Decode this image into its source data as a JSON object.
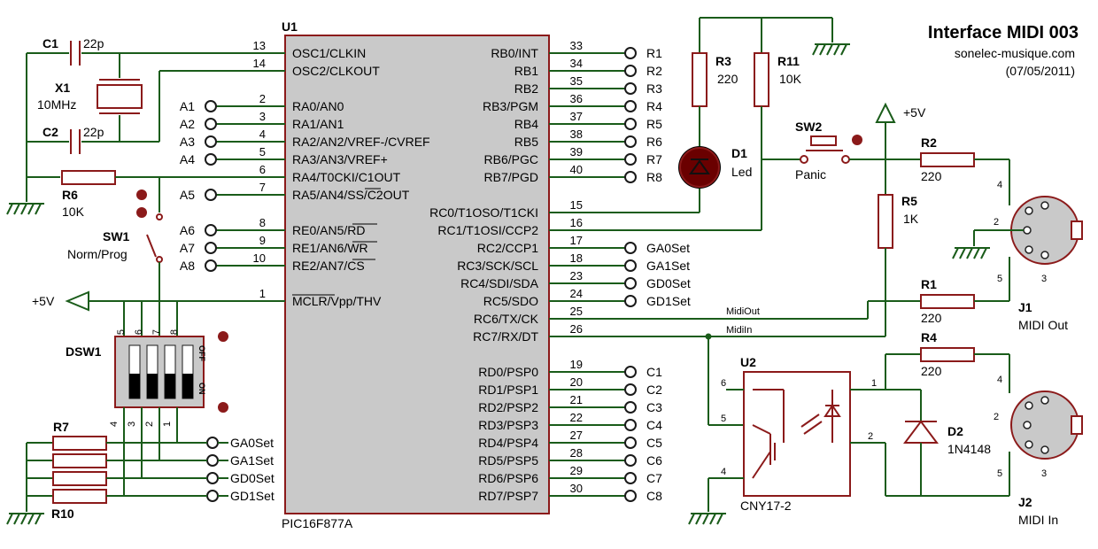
{
  "title": "Interface MIDI 003",
  "site": "sonelec-musique.com",
  "date": "(07/05/2011)",
  "u1": {
    "ref": "U1",
    "part": "PIC16F877A",
    "left_pins": [
      {
        "num": "13",
        "name": "OSC1/CLKIN"
      },
      {
        "num": "14",
        "name": "OSC2/CLKOUT"
      },
      {
        "num": "2",
        "name": "RA0/AN0"
      },
      {
        "num": "3",
        "name": "RA1/AN1"
      },
      {
        "num": "4",
        "name": "RA2/AN2/VREF-/CVREF"
      },
      {
        "num": "5",
        "name": "RA3/AN3/VREF+"
      },
      {
        "num": "6",
        "name": "RA4/T0CKI/C1OUT"
      },
      {
        "num": "7",
        "name": "RA5/AN4/SS/C2OUT"
      },
      {
        "num": "8",
        "name": "RE0/AN5/RD"
      },
      {
        "num": "9",
        "name": "RE1/AN6/WR"
      },
      {
        "num": "10",
        "name": "RE2/AN7/CS"
      },
      {
        "num": "1",
        "name": "MCLR/Vpp/THV"
      }
    ],
    "right_pins": [
      {
        "num": "33",
        "name": "RB0/INT"
      },
      {
        "num": "34",
        "name": "RB1"
      },
      {
        "num": "35",
        "name": "RB2"
      },
      {
        "num": "36",
        "name": "RB3/PGM"
      },
      {
        "num": "37",
        "name": "RB4"
      },
      {
        "num": "38",
        "name": "RB5"
      },
      {
        "num": "39",
        "name": "RB6/PGC"
      },
      {
        "num": "40",
        "name": "RB7/PGD"
      },
      {
        "num": "15",
        "name": "RC0/T1OSO/T1CKI"
      },
      {
        "num": "16",
        "name": "RC1/T1OSI/CCP2"
      },
      {
        "num": "17",
        "name": "RC2/CCP1"
      },
      {
        "num": "18",
        "name": "RC3/SCK/SCL"
      },
      {
        "num": "23",
        "name": "RC4/SDI/SDA"
      },
      {
        "num": "24",
        "name": "RC5/SDO"
      },
      {
        "num": "25",
        "name": "RC6/TX/CK"
      },
      {
        "num": "26",
        "name": "RC7/RX/DT"
      },
      {
        "num": "19",
        "name": "RD0/PSP0"
      },
      {
        "num": "20",
        "name": "RD1/PSP1"
      },
      {
        "num": "21",
        "name": "RD2/PSP2"
      },
      {
        "num": "22",
        "name": "RD3/PSP3"
      },
      {
        "num": "27",
        "name": "RD4/PSP4"
      },
      {
        "num": "28",
        "name": "RD5/PSP5"
      },
      {
        "num": "29",
        "name": "RD6/PSP6"
      },
      {
        "num": "30",
        "name": "RD7/PSP7"
      }
    ]
  },
  "terminals": {
    "rb": [
      "R1",
      "R2",
      "R3",
      "R4",
      "R5",
      "R6",
      "R7",
      "R8"
    ],
    "ra": [
      "A1",
      "A2",
      "A3",
      "A4",
      "A5",
      "A6",
      "A7",
      "A8"
    ],
    "rc": [
      "GA0Set",
      "GA1Set",
      "GD0Set",
      "GD1Set"
    ],
    "rd": [
      "C1",
      "C2",
      "C3",
      "C4",
      "C5",
      "C6",
      "C7",
      "C8"
    ],
    "dsw": [
      "GA0Set",
      "GA1Set",
      "GD0Set",
      "GD1Set"
    ]
  },
  "parts": {
    "c1": {
      "ref": "C1",
      "value": "22p"
    },
    "c2": {
      "ref": "C2",
      "value": "22p"
    },
    "x1": {
      "ref": "X1",
      "value": "10MHz"
    },
    "r6": {
      "ref": "R6",
      "value": "10K"
    },
    "sw1": {
      "ref": "SW1",
      "value": "Norm/Prog"
    },
    "vcc_left": "+5V",
    "dsw1": {
      "ref": "DSW1",
      "pins_top": [
        "5",
        "6",
        "7",
        "8"
      ],
      "pins_bottom": [
        "4",
        "3",
        "2",
        "1"
      ],
      "off": "OFF",
      "on": "ON"
    },
    "r7": "R7",
    "r10": "R10",
    "r3": {
      "ref": "R3",
      "value": "220"
    },
    "r11": {
      "ref": "R11",
      "value": "10K"
    },
    "d1": {
      "ref": "D1",
      "value": "Led"
    },
    "sw2": {
      "ref": "SW2",
      "value": "Panic"
    },
    "vcc_right": "+5V",
    "r2": {
      "ref": "R2",
      "value": "220"
    },
    "r5": {
      "ref": "R5",
      "value": "1K"
    },
    "r1": {
      "ref": "R1",
      "value": "220"
    },
    "r4": {
      "ref": "R4",
      "value": "220"
    },
    "j1": {
      "ref": "J1",
      "value": "MIDI Out",
      "pins": [
        "4",
        "2",
        "5",
        "3"
      ]
    },
    "j2": {
      "ref": "J2",
      "value": "MIDI In",
      "pins": [
        "4",
        "2",
        "5",
        "3"
      ]
    },
    "u2": {
      "ref": "U2",
      "value": "CNY17-2",
      "pins": [
        "6",
        "5",
        "4",
        "1",
        "2"
      ]
    },
    "d2": {
      "ref": "D2",
      "value": "1N4148"
    },
    "net_midiout": "MidiOut",
    "net_midiin": "MidiIn"
  }
}
